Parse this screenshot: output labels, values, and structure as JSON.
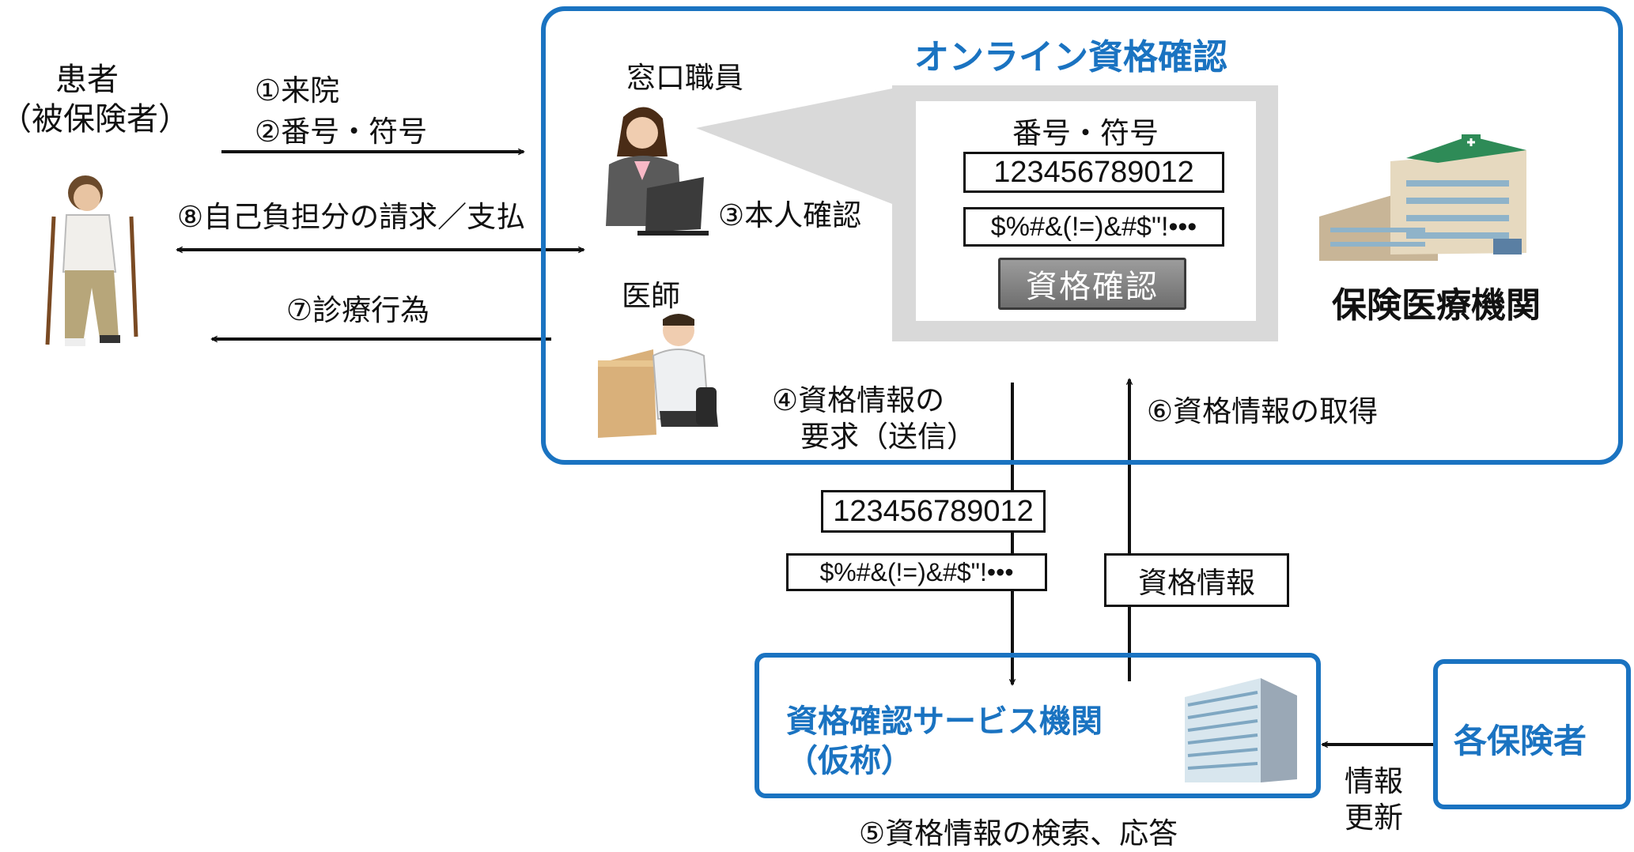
{
  "patient": {
    "title": "患者",
    "subtitle": "（被保険者）"
  },
  "steps": {
    "s1": "①来院",
    "s2": "②番号・符号",
    "s3": "③本人確認",
    "s4_line1": "④資格情報の",
    "s4_line2": "要求（送信）",
    "s5": "⑤資格情報の検索、応答",
    "s6": "⑥資格情報の取得",
    "s7": "⑦診療行為",
    "s8": "⑧自己負担分の請求／支払"
  },
  "facility": {
    "heading": "オンライン資格確認",
    "clerk_label": "窓口職員",
    "doctor_label": "医師",
    "name": "保険医療機関"
  },
  "form": {
    "title": "番号・符号",
    "number": "123456789012",
    "code": "$%#&(!=)&#$\"!•••",
    "button": "資格確認"
  },
  "transmit": {
    "number": "123456789012",
    "code": "$%#&(!=)&#$\"!•••",
    "info": "資格情報"
  },
  "service": {
    "line1": "資格確認サービス機関",
    "line2": "（仮称）"
  },
  "insurers": {
    "label": "各保険者",
    "update_line1": "情報",
    "update_line2": "更新"
  },
  "colors": {
    "accent": "#1a73c1",
    "panel": "#d9d9d9"
  }
}
